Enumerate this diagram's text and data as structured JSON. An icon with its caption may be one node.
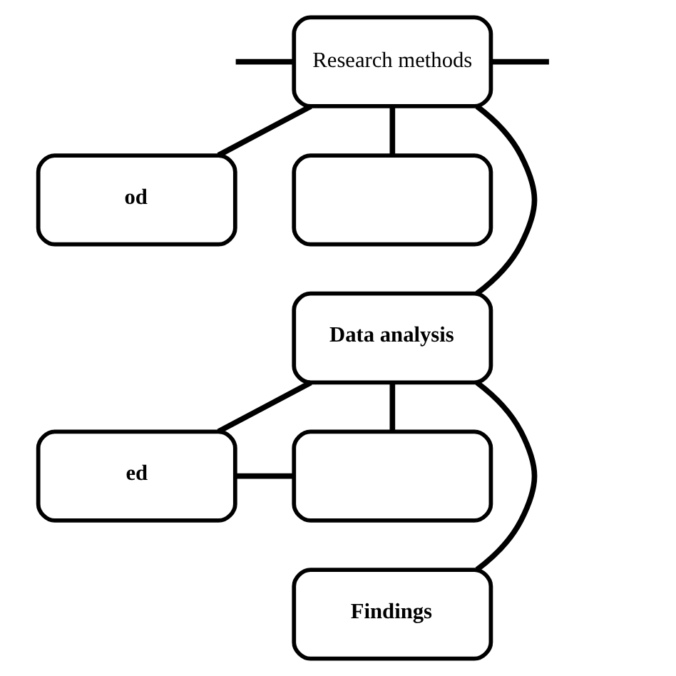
{
  "diagram": {
    "nodes": [
      {
        "text": [
          "Research methods"
        ]
      },
      {
        "text": [
          "od"
        ]
      },
      {
        "text": [],
        "shape": "box"
      },
      {
        "text": [
          "Data analysis"
        ]
      },
      {
        "text": [
          "ed"
        ]
      },
      {
        "text": [],
        "shape": "box"
      },
      {
        "text": [
          "Findings"
        ]
      }
    ],
    "edges": [
      {
        "from": null,
        "to": 0,
        "arrow": "none"
      },
      {
        "from": 0,
        "to": null,
        "arrow": "none"
      },
      {
        "from": 0,
        "to": 1,
        "arrow": "none"
      },
      {
        "from": 0,
        "to": 3,
        "arrow": "none"
      },
      {
        "from": 0,
        "to": 2,
        "arrow": "none"
      },
      {
        "from": 3,
        "to": 4,
        "arrow": "none"
      },
      {
        "from": 3,
        "to": 5,
        "arrow": "none"
      },
      {
        "from": 4,
        "to": 5,
        "arrow": "none"
      },
      {
        "from": 3,
        "to": 6,
        "arrow": "none"
      }
    ]
  }
}
